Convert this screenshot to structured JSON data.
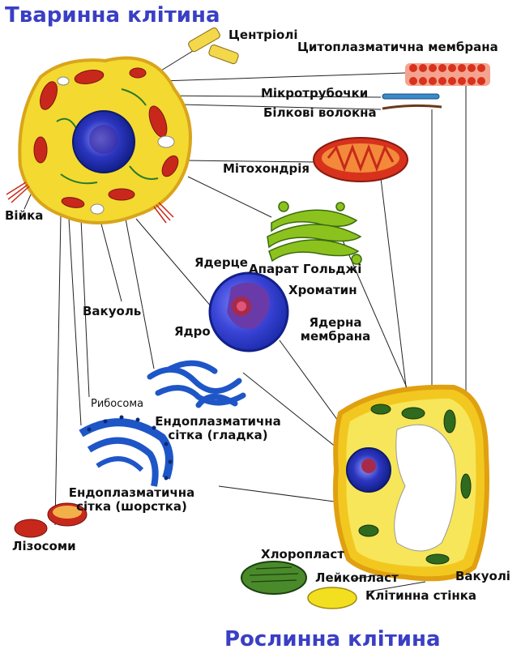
{
  "titles": {
    "animal": "Тваринна клітина",
    "plant": "Рослинна клітина"
  },
  "labels": {
    "centrioles": "Центріолі",
    "cytoplasmic_membrane": "Цитоплазматична мембрана",
    "microtubules": "Мікротрубочки",
    "protein_fibers": "Білкові волокна",
    "mitochondrion": "Мітохондрія",
    "cilium": "Війка",
    "nucleolus": "Ядерце",
    "golgi": "Апарат Гольджі",
    "chromatin": "Хроматин",
    "vacuole": "Вакуоль",
    "nucleus": "Ядро",
    "nuclear_membrane_1": "Ядерна",
    "nuclear_membrane_2": "мембрана",
    "ribosome": "Рибосома",
    "smooth_er_1": "Ендоплазматична",
    "smooth_er_2": "сітка (гладка)",
    "rough_er_1": "Ендоплазматична",
    "rough_er_2": "сітка (шорстка)",
    "lysosomes": "Лізосоми",
    "chloroplast": "Хлоропласт",
    "leucoplast": "Лейкопласт",
    "cell_wall": "Клітинна стінка",
    "vacuoles": "Вакуолі"
  },
  "colors": {
    "title": "#3a3fc4",
    "cytoplasm": "#f5e23a",
    "membrane": "#e0452a",
    "mitochondria": "#c8281c",
    "nucleus": "#2a4fd0",
    "nucleolus": "#8a1f3a",
    "golgi": "#8cc21e",
    "er": "#1e56c8",
    "chloroplast": "#2f6a1e",
    "vacuole": "#ffffff",
    "leader": "#222222"
  }
}
